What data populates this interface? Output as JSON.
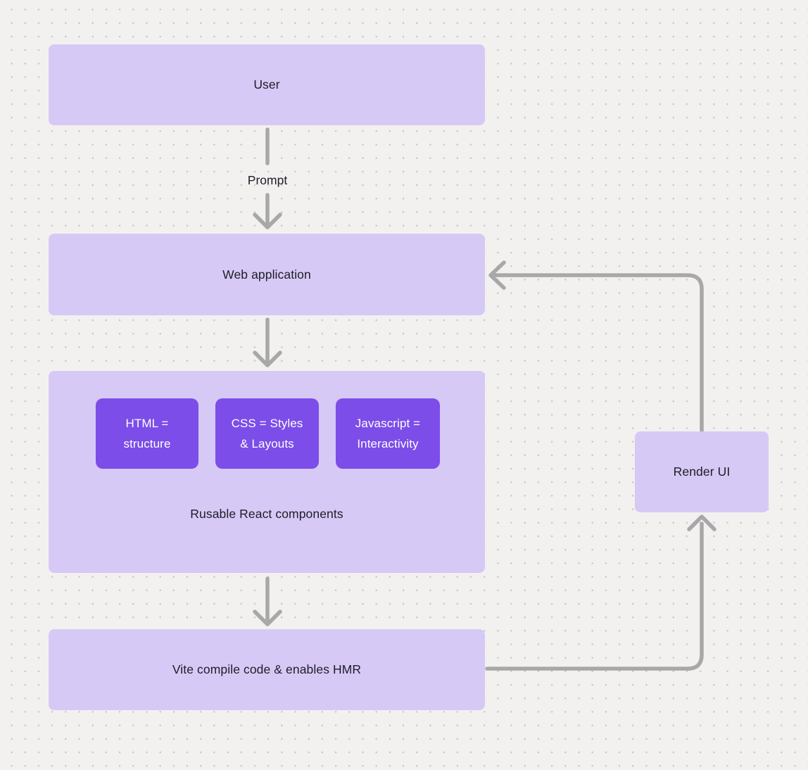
{
  "diagram": {
    "nodes": {
      "user": {
        "label": "User"
      },
      "web_application": {
        "label": "Web application"
      },
      "components_group": {
        "caption": "Rusable React components",
        "chips": [
          {
            "line1": "HTML =",
            "line2": "structure"
          },
          {
            "line1": "CSS = Styles",
            "line2": "& Layouts"
          },
          {
            "line1": "Javascript =",
            "line2": "Interactivity"
          }
        ]
      },
      "vite": {
        "label": "Vite compile code & enables HMR"
      },
      "render_ui": {
        "label": "Render UI"
      }
    },
    "edge_labels": {
      "prompt": "Prompt"
    },
    "colors": {
      "background": "#f2f1ef",
      "grid_dot": "#c9c8c6",
      "node_fill": "#d7c9f5",
      "chip_fill": "#7c4de8",
      "chip_text": "#ffffff",
      "connector": "#a8a8a8",
      "text": "#1d1d27"
    }
  }
}
